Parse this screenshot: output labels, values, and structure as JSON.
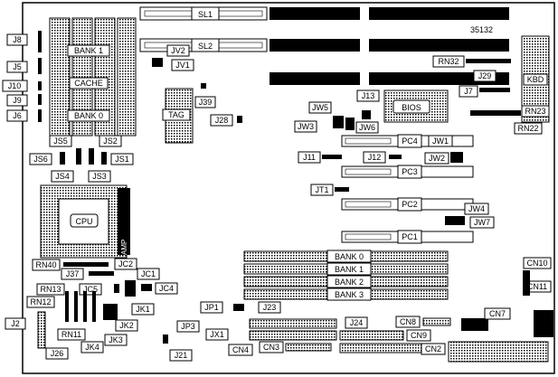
{
  "figure_id": "35132",
  "labels": {
    "SL1": "SL1",
    "SL2": "SL2",
    "JV1": "JV1",
    "JV2": "JV2",
    "J8": "J8",
    "J5": "J5",
    "J10": "J10",
    "J9": "J9",
    "J6": "J6",
    "BANK1": "BANK 1",
    "CACHE": "CACHE",
    "BANK0_cache": "BANK 0",
    "JS5": "JS5",
    "JS2": "JS2",
    "JS6": "JS6",
    "JS1": "JS1",
    "JS4": "JS4",
    "JS3": "JS3",
    "TAG": "TAG",
    "J39": "J39",
    "J28": "J28",
    "RN32": "RN32",
    "J29": "J29",
    "J7": "J7",
    "KBD": "KBD",
    "RN23": "RN23",
    "RN22": "RN22",
    "J13": "J13",
    "BIOS": "BIOS",
    "JW5": "JW5",
    "JW3": "JW3",
    "JW6": "JW6",
    "PC4": "PC4",
    "JW1": "JW1",
    "J11": "J11",
    "J12": "J12",
    "JW2": "JW2",
    "PC3": "PC3",
    "JT1": "JT1",
    "PC2": "PC2",
    "JW4": "JW4",
    "JW7": "JW7",
    "PC1": "PC1",
    "CPU": "CPU",
    "AMP": "AMP",
    "RN40": "RN40",
    "JC2": "JC2",
    "JC1": "JC1",
    "J37": "J37",
    "JC5": "JC5",
    "JC4": "JC4",
    "RN13": "RN13",
    "JK1": "JK1",
    "RN12": "RN12",
    "JK2": "JK2",
    "J2": "J2",
    "RN11": "RN11",
    "JK4": "JK4",
    "JK3": "JK3",
    "J26": "J26",
    "JP3": "JP3",
    "J21": "J21",
    "BANK0": "BANK 0",
    "BANK1_simm": "BANK 1",
    "BANK2": "BANK 2",
    "BANK3": "BANK 3",
    "JP1": "JP1",
    "J23": "J23",
    "J24": "J24",
    "JX1": "JX1",
    "CN4": "CN4",
    "CN3": "CN3",
    "CN8": "CN8",
    "CN9": "CN9",
    "CN2": "CN2",
    "CN7": "CN7",
    "CN10": "CN10",
    "CN11": "CN11"
  }
}
